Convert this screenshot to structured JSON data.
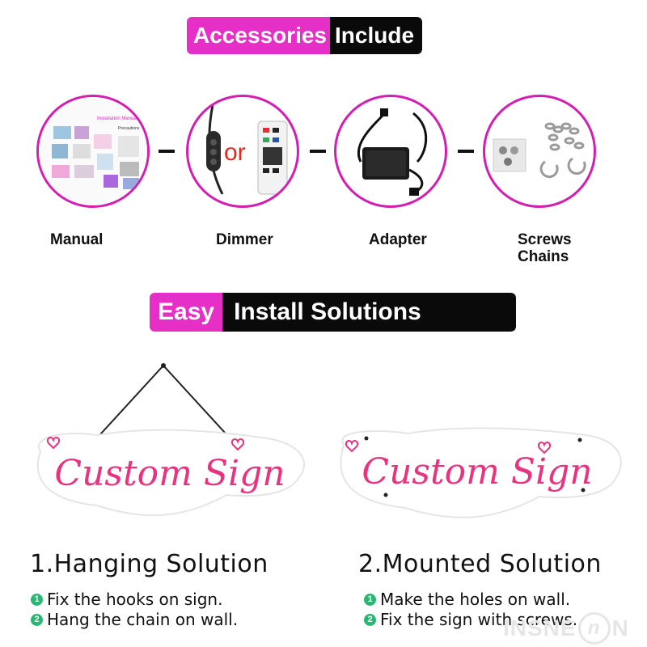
{
  "header1": {
    "pink": "Accessories",
    "black": "Include"
  },
  "accessories": [
    {
      "label": "Manual",
      "manual_title": "Installation Manual",
      "manual_sub": "Precautions"
    },
    {
      "label": "Dimmer",
      "or": "or"
    },
    {
      "label": "Adapter"
    },
    {
      "label_line1": "Screws",
      "label_line2": "Chains"
    }
  ],
  "header2": {
    "pink": "Easy",
    "black": "Install Solutions"
  },
  "sign_text": "Custom Sign",
  "solutions": [
    {
      "title": "1.Hanging Solution",
      "steps": [
        {
          "num": "1",
          "text": "Fix the hooks on sign."
        },
        {
          "num": "2",
          "text": "Hang the chain on wall."
        }
      ]
    },
    {
      "title": "2.Mounted Solution",
      "steps": [
        {
          "num": "1",
          "text": "Make the holes on wall."
        },
        {
          "num": "2",
          "text": "Fix the sign with screws."
        }
      ]
    }
  ],
  "watermark": {
    "left": "INSNE",
    "badge": "n",
    "right": "N"
  },
  "colors": {
    "pink": "#e52fc7",
    "neon": "#e8337f",
    "black": "#0a0a0a",
    "circle_border": "#d21fb2",
    "green": "#2bb673"
  }
}
